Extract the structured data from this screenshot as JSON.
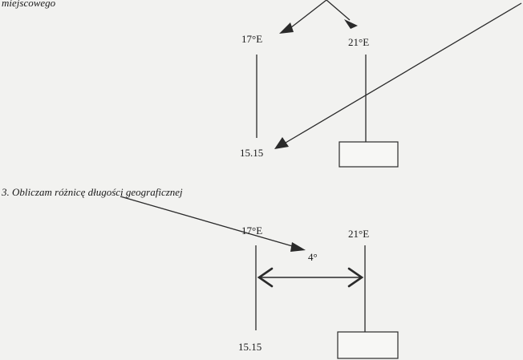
{
  "headings": {
    "top_fragment": "miejscowego",
    "step3": "3. Obliczam różnicę długości geograficznej"
  },
  "diagram_top": {
    "left_meridian_label": "17°E",
    "right_meridian_label": "21°E",
    "time_label": "15.15"
  },
  "diagram_bottom": {
    "left_meridian_label": "17°E",
    "right_meridian_label": "21°E",
    "difference_label": "4°",
    "time_label": "15.15"
  },
  "colors": {
    "ink": "#2a2a2a",
    "paper": "#f2f2f0"
  }
}
